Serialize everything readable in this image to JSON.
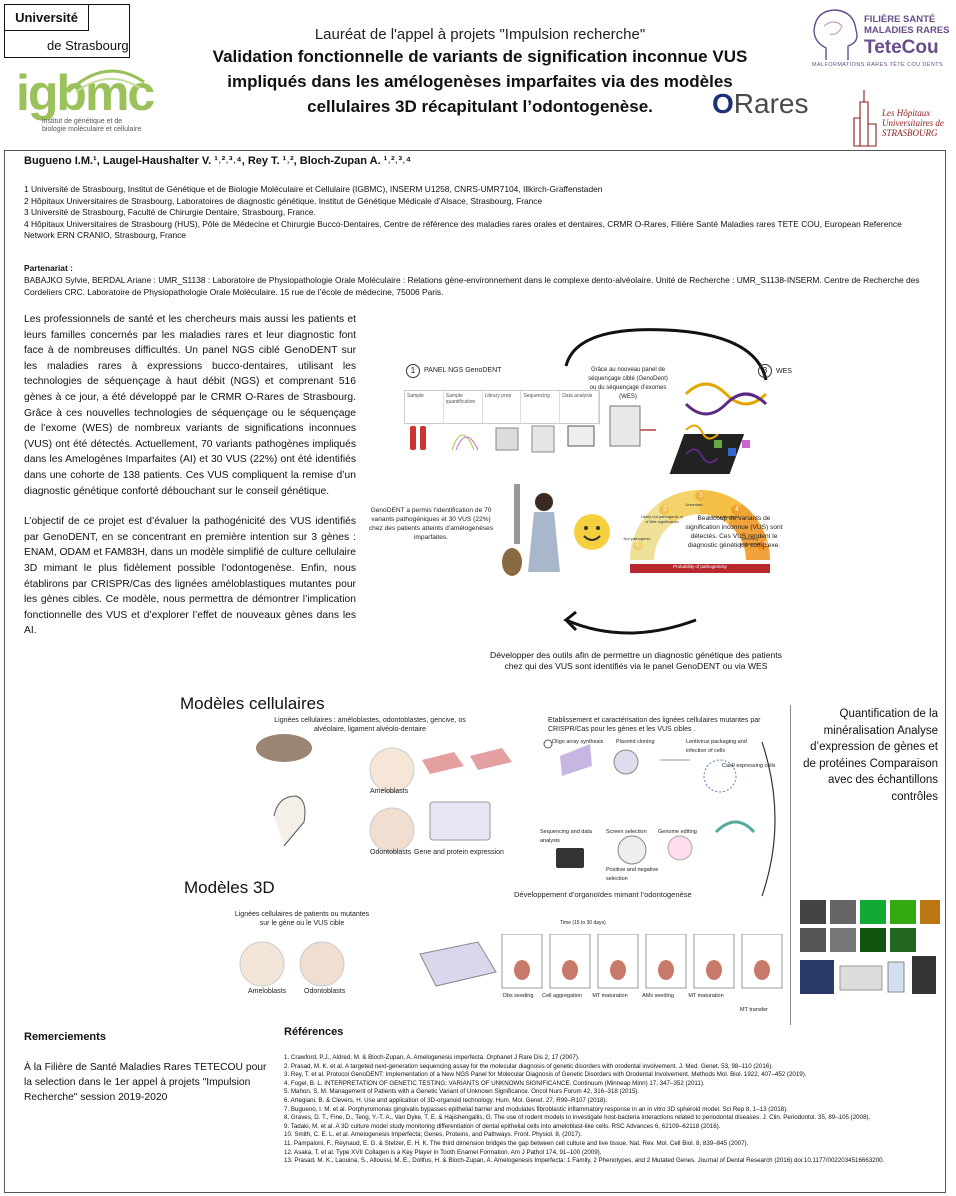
{
  "header": {
    "uds_line1": "Université",
    "uds_line2": "de Strasbourg",
    "igbmc_logo": "igbmc",
    "igbmc_sub": "institut de génétique et de biologie moléculaire et cellulaire",
    "subtitle": "Lauréat de l'appel à projets \"Impulsion recherche\"",
    "title": "Validation fonctionnelle de variants de signification inconnue VUS impliqués dans les amélogenèses imparfaites via des modèles cellulaires 3D récapitulant l’odontogenèse.",
    "tetecou_line1": "FILIÈRE SANTÉ",
    "tetecou_line2": "MALADIES RARES",
    "tetecou_name": "TeteCou",
    "tetecou_tag": "MALFORMATIONS RARES TÊTE COU DENTS",
    "orares_o": "O",
    "orares_rest": "Rares",
    "hus": "Les Hôpitaux Universitaires de STRASBOURG"
  },
  "authors": "Bugueno I.M.¹, Laugel-Haushalter V. ¹˒²˒³˒⁴, Rey T. ¹˒², Bloch-Zupan A. ¹˒²˒³˒⁴",
  "affiliations": [
    "1 Université de Strasbourg, Institut de Génétique et de Biologie Moléculaire et Cellulaire (IGBMC), INSERM U1258, CNRS-UMR7104, Illkirch-Graffenstaden",
    "2 Hôpitaux Universitaires de Strasbourg, Laboratoires de diagnostic génétique, Institut de Génétique Médicale d’Alsace, Strasbourg, France",
    "3 Université de Strasbourg, Faculté de Chirurgie Dentaire, Strasbourg, France.",
    "4 Hôpitaux Universitaires de Strasbourg (HUS), Pôle de Médecine et Chirurgie Bucco-Dentaires, Centre de référence des maladies rares orales et dentaires, CRMR O-Rares, Filière Santé Maladies rares TETE COU, European Reference Network ERN CRANIO, Strasbourg, France"
  ],
  "partner_title": "Partenariat :",
  "partner_text": "BABAJKO Sylvie, BERDAL Ariane : UMR_S1138 : Laboratoire de Physiopathologie Orale Moléculaire : Relations gène-environnement dans le complexe dento-alvéolaire. Unité de Recherche : UMR_S1138-INSERM. Centre de Recherche des Cordeliers CRC. Laboratoire de Physiopathologie Orale Moléculaire. 15 rue de l’école de médecine, 75006 Paris.",
  "intro_p1": "Les professionnels de santé et les chercheurs mais aussi les patients et leurs familles concernés par les maladies rares et leur diagnostic font face à de nombreuses difficultés. Un panel NGS ciblé GenoDENT sur les maladies rares à expressions bucco-dentaires, utilisant les technologies de séquençage à haut débit (NGS) et comprenant 516 gènes à ce jour, a été développé par le CRMR O-Rares de Strasbourg. Grâce à ces nouvelles technologies de séquençage ou le séquençage de l’exome (WES) de nombreux variants de significations inconnues (VUS) ont été détectés. Actuellement, 70 variants pathogènes impliqués dans les Amelogènes Imparfaites (AI) et 30 VUS (22%) ont été identifiés dans une cohorte de 138 patients. Ces VUS compliquent la remise d’un diagnostic génétique conforté débouchant sur le conseil génétique.",
  "intro_p2": "L’objectif de ce projet est d’évaluer la pathogénicité des VUS identifiés par GenoDENT, en se concentrant en première intention sur 3 gènes : ENAM, ODAM et FAM83H, dans un modèle simplifié de culture cellulaire 3D mimant le plus fidèlement possible l’odontogenèse. Enfin, nous établirons par CRISPR/Cas des lignées améloblastiques mutantes pour les gènes cibles. Ce modèle, nous permettra de démontrer l’implication fonctionnelle des VUS et d’explorer l’effet de nouveaux gènes dans les AI.",
  "fig1": {
    "panel_label": "PANEL NGS GenoDENT",
    "num1": "1",
    "num2": "2",
    "num3": "3",
    "num4": "4",
    "num5": "5",
    "steps": [
      "Sample",
      "Sample quantification",
      "Library prep",
      "Sequencing",
      "Data analysis"
    ],
    "seq_text": "Grâce au nouveau panel de séquençage ciblé (GenoDent) ou du séquençage d’exomes (WES)",
    "wes_label": "WES",
    "left_text": "GenoDENT a permis l’identification de 70 variants pathogéniques et 30 VUS (22%) chez des patients atteints d’amélogenèses imparfaites.",
    "right_text": "Beaucoup de variants de signification inconnue (VUS) sont détectés. Ces VUS rendent le diagnostic génétique complexe.",
    "gauge": [
      "Not pathogenic",
      "Likely not pathogenic or of little significance",
      "Uncertain",
      "Likely pathogenic",
      "Definitely pathogenic"
    ],
    "gauge_bar": "Probability of pathogenicity",
    "bottom_text": "Développer des outils afin de permettre un diagnostic génétique des patients chez qui des VUS sont identifiés via le panel GenoDENT ou via WES"
  },
  "models": {
    "title_cell": "Modèles cellulaires",
    "cell_lines": "Lignées cellulaires : améloblastes, odontoblastes, gencive, os alvéolaire, ligament alvéolo-dentaire",
    "ameloblasts": "Ameloblasts",
    "odontoblasts": "Odontoblasts",
    "gene_expr": "Gene and protein expression",
    "crispr_text": "Etablissement et caractérisation des lignées cellulaires mutantes par CRISPR/Cas pour les gènes et les VUS cibles .",
    "crispr_steps": [
      "Oligo array synthesis",
      "Plasmid cloning",
      "Lentivirus packaging and infection of cells",
      "Cas9 expressing cells",
      "Genome editing",
      "Screen selection",
      "Sequencing and data analysis",
      "Positive and negative selection"
    ],
    "title_3d": "Modèles 3D",
    "patient_lines": "Lignées cellulaires de patients ou mutantes sur le gène ou le VUS cible",
    "ameloblasts_3d": "Ameloblasts",
    "odontoblasts_3d": "Odontoblasts",
    "organoid": "Développement d’organoïdes mimant l’odontogenèse",
    "time": "Time (15 to 30 days)",
    "org_steps": [
      "Obs seeding",
      "Cell aggregation",
      "MT maturation",
      "AMs seeding",
      "MT maturation",
      "MT transfer"
    ]
  },
  "right_col": "Quantification de la minéralisation Analyse d’expression de gènes et de protéines Comparaison avec des échantillons contrôles",
  "remerciements_title": "Remerciements",
  "remerciements": "À la Filière de Santé Maladies Rares TETECOU pour la selection dans le 1er appel à projets \"Impulsion Recherche\" session 2019-2020",
  "refs_title": "Références",
  "refs": [
    "1. Crawford, P.J., Aldred, M. & Bloch-Zupan, A. Amelogenesis imperfecta. Orphanet J Rare Dis 2, 17 (2007).",
    "2. Prasad, M. K. et al. A targeted next-generation sequencing assay for the molecular diagnosis of genetic disorders with orodental involvement. J. Med. Genet. 53, 98–110 (2016).",
    "3. Rey, T. et al. Protocol GenoDENT: Implementation of a New NGS Panel for Molecular Diagnosis of Genetic Disorders with Orodental Involvement. Methods Mol. Biol. 1922, 407–452 (2019).",
    "4. Fogel, B. L. INTERPRETATION OF GENETIC TESTING: VARIANTS OF UNKNOWN SIGNIFICANCE. Continuum (Minneap Minn) 17, 347–352 (2011).",
    "5. Mahon, S. M. Management of Patients with a Genetic Variant of Unknown Significance. Oncol Nurs Forum 42, 316–318 (2015).",
    "6. Artegiani, B. & Clevers, H. Use and application of 3D-organoid technology. Hum. Mol. Genet. 27, R99–R107 (2018).",
    "7. Bugueno, I. M. et al. Porphyromonas gingivalis bypasses epithelial barrier and modulates fibroblastic inflammatory response in an in vitro 3D spheroid model. Sci Rep 8, 1–13 (2018).",
    "8. Graves, D. T., Fine, D., Teng, Y.-T. A., Van Dyke, T. E. & Hajishengallis, G. The use of rodent models to investigate host-bacteria interactions related to periodontal diseases. J. Clin. Periodontol. 35, 89–105 (2008).",
    "9. Tadaki, M. et al. A 3D culture model study monitoring differentiation of dental epithelial cells into ameloblast-like cells. RSC Advances 6, 62109–62118 (2016).",
    "10. Smith, C. E. L. et al. Amelogenesis Imperfecta; Genes, Proteins, and Pathways. Front. Physiol. 8, (2017).",
    "11. Pampaloni, F., Reynaud, E. G. & Stelzer, E. H. K. The third dimension bridges the gap between cell culture and live tissue. Nat. Rev. Mol. Cell Biol. 8, 839–845 (2007).",
    "12. Asaka, T. et al. Type XVII Collagen is a Key Player in Tooth Enamel Formation. Am J Pathol 174, 91–100 (2009).",
    "13. Prasad, M. K., Laouina, S., Alloussi, M. E., Dollfus, H. & Bloch-Zupan, A. Amelogenesis Imperfecta: 1 Family, 2 Phenotypes, and 2 Mutated Genes. Journal of Dental Research (2016) doi:10.1177/0022034516663200."
  ]
}
